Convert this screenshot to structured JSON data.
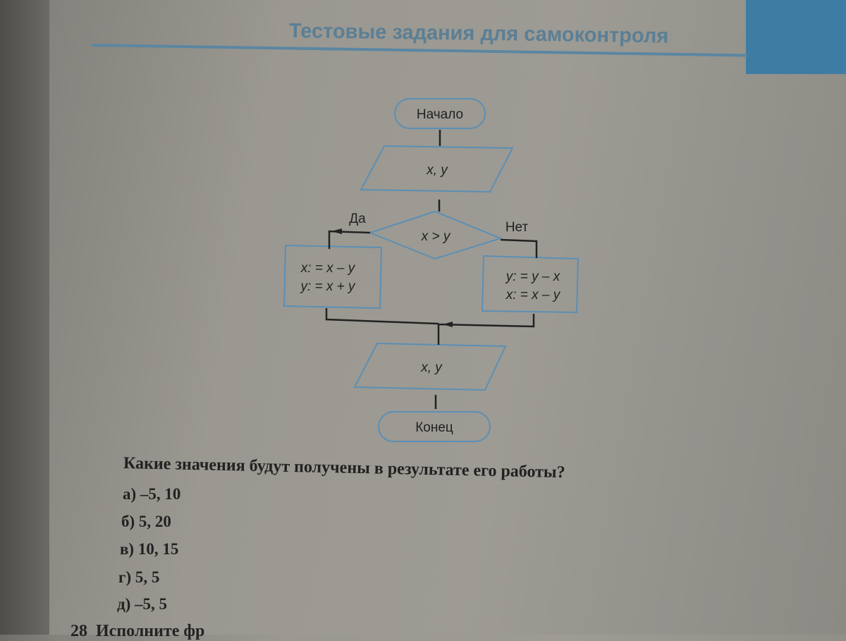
{
  "header": {
    "title": "Тестовые задания для самоконтроля"
  },
  "flowchart": {
    "start": "Начало",
    "input": "x, y",
    "condition": "x > y",
    "yes_label": "Да",
    "no_label": "Нет",
    "yes_branch": [
      "x: = x – y",
      "y: = x + y"
    ],
    "no_branch": [
      "y: = y – x",
      "x: = x – y"
    ],
    "output": "x, y",
    "end": "Конец",
    "line_color": "#5b8fb5"
  },
  "question": {
    "text": "Какие значения будут получены в результате его работы?",
    "options": [
      "а) –5, 10",
      "б) 5, 20",
      "в) 10, 15",
      "г) 5, 5",
      "д) –5, 5"
    ]
  },
  "next_task": {
    "number": "28",
    "text": "Исполните фр"
  }
}
